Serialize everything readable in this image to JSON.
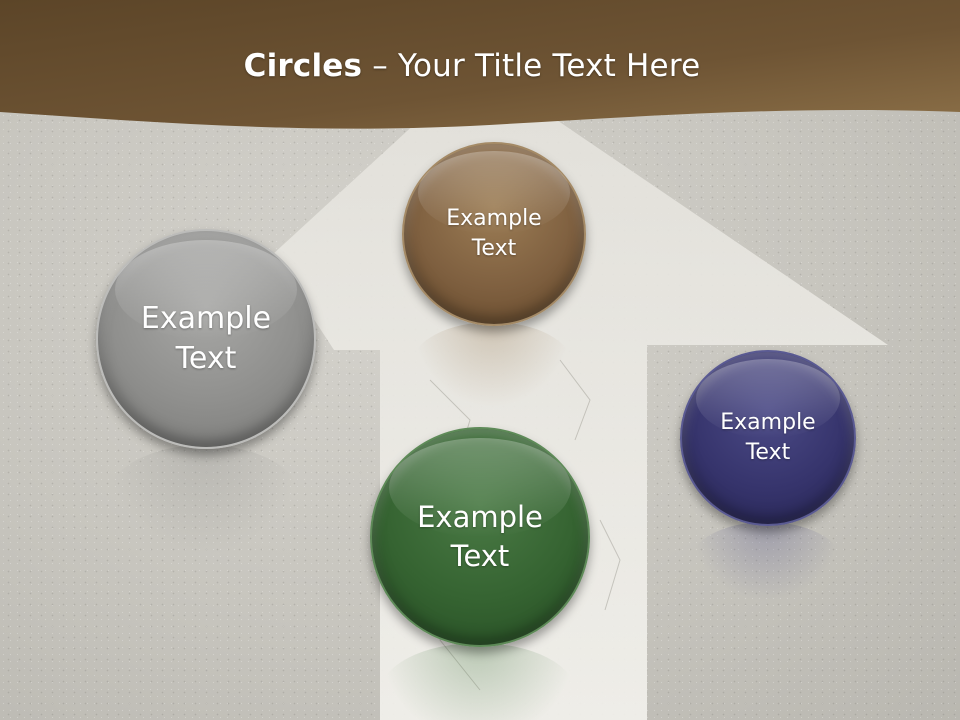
{
  "slide": {
    "title_bold": "Circles",
    "title_rest": " – Your Title Text Here",
    "circles": [
      {
        "label_line1": "Example",
        "label_line2": "Text",
        "color": "#8f8f8d"
      },
      {
        "label_line1": "Example",
        "label_line2": "Text",
        "color": "#7f6040"
      },
      {
        "label_line1": "Example",
        "label_line2": "Text",
        "color": "#356331"
      },
      {
        "label_line1": "Example",
        "label_line2": "Text",
        "color": "#36346c"
      }
    ]
  },
  "colors": {
    "title_band": "#6b5434",
    "title_text": "#ffffff",
    "road_marking": "#ecebe6",
    "asphalt": "#c7c5be"
  }
}
